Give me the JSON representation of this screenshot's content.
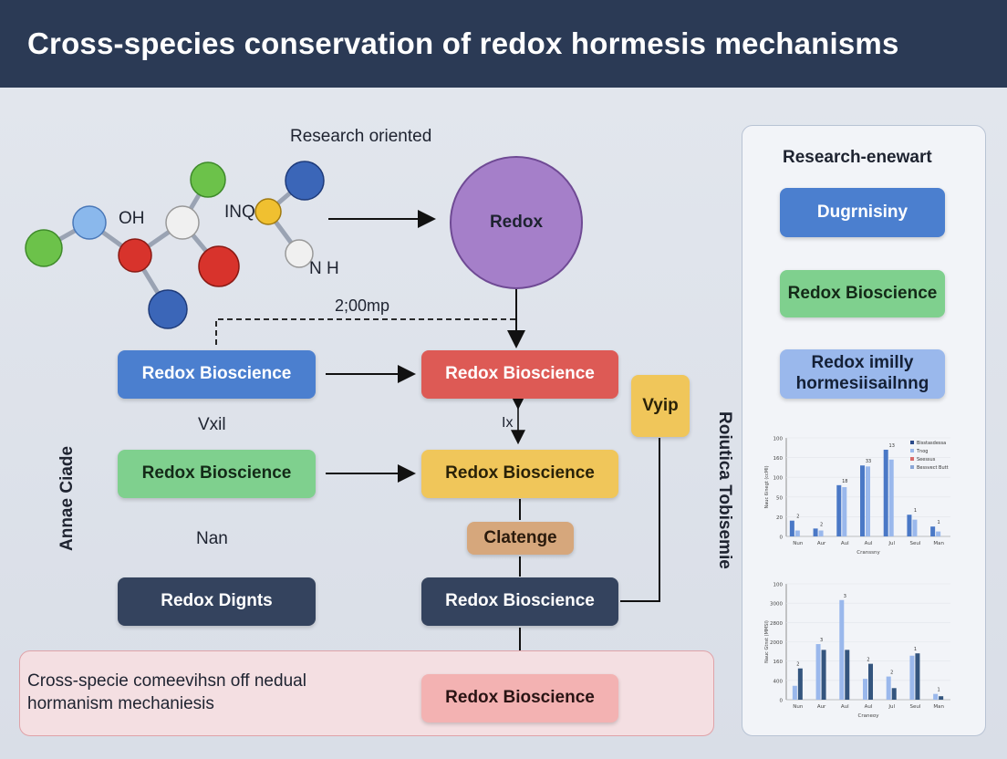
{
  "title": "Cross-species conservation of redox hormesis mechanisms",
  "labels": {
    "research_oriented": "Research oriented",
    "oh": "OH",
    "inq": "INQ",
    "nh": "N H",
    "time": "2;00mp",
    "vxil": "Vxil",
    "nan": "Nan",
    "ix": "Ix",
    "vyip": "Vyip",
    "left_vertical": "Annae Ciade",
    "right_vertical": "Roiutica Tobisemie"
  },
  "nodes": {
    "redox_circle": "Redox",
    "blue_box": "Redox Bioscience",
    "red_box": "Redox Bioscience",
    "green_box": "Redox Bioscience",
    "yellow_box": "Redox Bioscience",
    "clatenge": "Clatenge",
    "navy_left": "Redox Dignts",
    "navy_right": "Redox Bioscience",
    "pink_box": "Redox Bioscience"
  },
  "bottom_text": {
    "line1": "Cross-specie comeevihsn off nedual",
    "line2": "hormanism mechaniesis"
  },
  "side": {
    "title": "Research-enewart",
    "box1": "Dugrnisiny",
    "box2": "Redox Bioscience",
    "box3_line1": "Redox imilly",
    "box3_line2": "hormesiisailnng"
  },
  "colors": {
    "header": "#2b3a55",
    "blue": "#4b7fcf",
    "green": "#7fd08e",
    "red": "#dd5a55",
    "yellow": "#f0c65a",
    "navy": "#34435e",
    "purple": "#a57fc9"
  },
  "chart_data": [
    {
      "type": "bar",
      "categories": [
        "Nun",
        "Aur",
        "Aul",
        "Aul",
        "Jul",
        "Seul",
        "Man"
      ],
      "series": [
        {
          "name": "Bisstasdessa",
          "values": [
            16,
            8,
            52,
            72,
            88,
            22,
            10
          ]
        },
        {
          "name": "Tnog",
          "values": [
            6,
            6,
            50,
            71,
            78,
            17,
            5
          ]
        },
        {
          "name": "Seessus",
          "values": [
            0,
            0,
            0,
            0,
            0,
            0,
            0
          ]
        }
      ],
      "legend_extra": [
        "Bessvect Butt"
      ],
      "data_labels": [
        "2",
        "2",
        "18",
        "33",
        "13",
        "1",
        "1"
      ],
      "yticks": [
        0,
        20,
        50,
        100,
        160,
        100
      ],
      "xlabel": "Cranssny",
      "ylabel": "Nauc 6inegt (ccMI)",
      "ylim": [
        0,
        100
      ],
      "legend": "top-right"
    },
    {
      "type": "bar",
      "categories": [
        "Nun",
        "Aur",
        "Aul",
        "Aul",
        "Jul",
        "Seul",
        "Man"
      ],
      "series": [
        {
          "name": "",
          "values": [
            12,
            48,
            86,
            18,
            20,
            38,
            5
          ]
        },
        {
          "name": "",
          "values": [
            27,
            43,
            43,
            31,
            10,
            40,
            3
          ]
        }
      ],
      "data_labels": [
        "2",
        "3",
        "3",
        "2",
        "2",
        "1",
        "1"
      ],
      "yticks": [
        0,
        400,
        160,
        2000,
        2800,
        3000,
        100
      ],
      "xlabel": "Craneoy",
      "ylabel": "Nauc Gtnst (MMSI)",
      "ylim": [
        0,
        100
      ]
    }
  ]
}
